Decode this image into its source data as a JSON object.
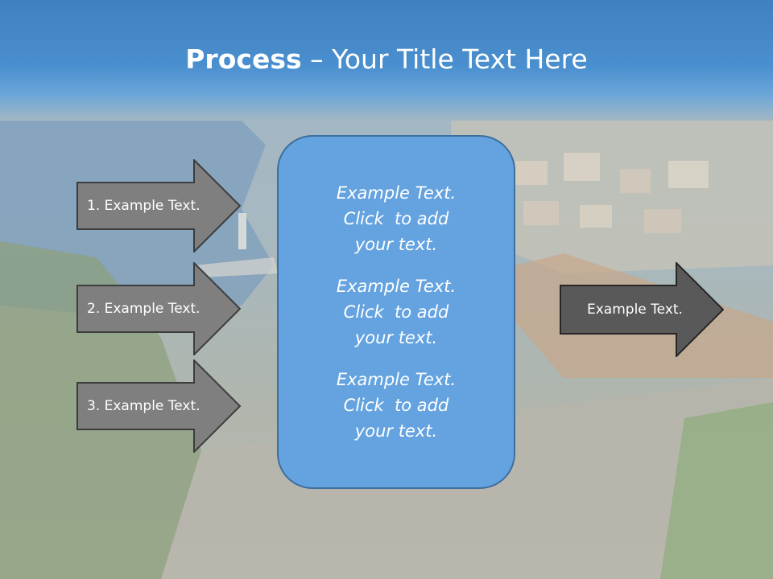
{
  "title": {
    "bold": "Process",
    "rest": " – Your Title Text Here"
  },
  "left_arrows": [
    {
      "label": "1. Example Text."
    },
    {
      "label": "2. Example Text."
    },
    {
      "label": "3. Example Text."
    }
  ],
  "center_box": {
    "paragraphs": [
      {
        "line1": "Example Text.",
        "line2": "Click  to add",
        "line3": "your text."
      },
      {
        "line1": "Example Text.",
        "line2": "Click  to add",
        "line3": "your text."
      },
      {
        "line1": "Example Text.",
        "line2": "Click  to add",
        "line3": "your text."
      }
    ]
  },
  "right_arrow": {
    "label": "Example Text."
  },
  "colors": {
    "title_band": "#4a8fcf",
    "left_arrow_fill": "#7f7f7f",
    "right_arrow_fill": "#595959",
    "center_box_fill": "#64a3df",
    "center_box_border": "#3d6f9e"
  }
}
